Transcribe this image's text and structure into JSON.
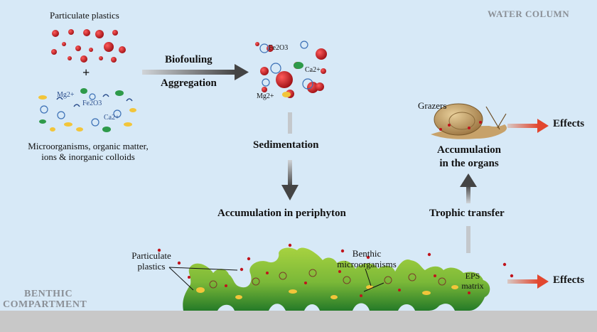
{
  "zones": {
    "water_column": "WATER COLUMN",
    "benthic_line1": "BENTHIC",
    "benthic_line2": "COMPARTMENT"
  },
  "top_left": {
    "particulate_plastics": "Particulate plastics",
    "plus": "+",
    "caption_line1": "Microorganisms, organic matter,",
    "caption_line2": "ions & inorganic colloids"
  },
  "ion_labels": {
    "mg": "Mg2+",
    "fe": "Fe2O3",
    "ca": "Ca2+"
  },
  "process": {
    "biofouling": "Biofouling",
    "aggregation": "Aggregation",
    "sedimentation": "Sedimentation",
    "accumulation_periphyton": "Accumulation in periphyton",
    "trophic_transfer": "Trophic transfer",
    "accumulation_organs_line1": "Accumulation",
    "accumulation_organs_line2": "in the organs",
    "grazers": "Grazers",
    "effects_top": "Effects",
    "effects_bottom": "Effects"
  },
  "biofilm": {
    "particulate_plastics_line1": "Particulate",
    "particulate_plastics_line2": "plastics",
    "benthic_line1": "Benthic",
    "benthic_line2": "microorganisms",
    "eps_line1": "EPS",
    "eps_line2": "matrix"
  },
  "colors": {
    "background": "#d7e9f7",
    "sediment": "#c8c8c8",
    "biofilm_light": "#9bcb3a",
    "biofilm_dark": "#2f8a2a",
    "plastic_red": "#c0141c",
    "effects_arrow": "#e2472f",
    "process_arrow": "#555555",
    "zone_label": "#8a8f96"
  }
}
